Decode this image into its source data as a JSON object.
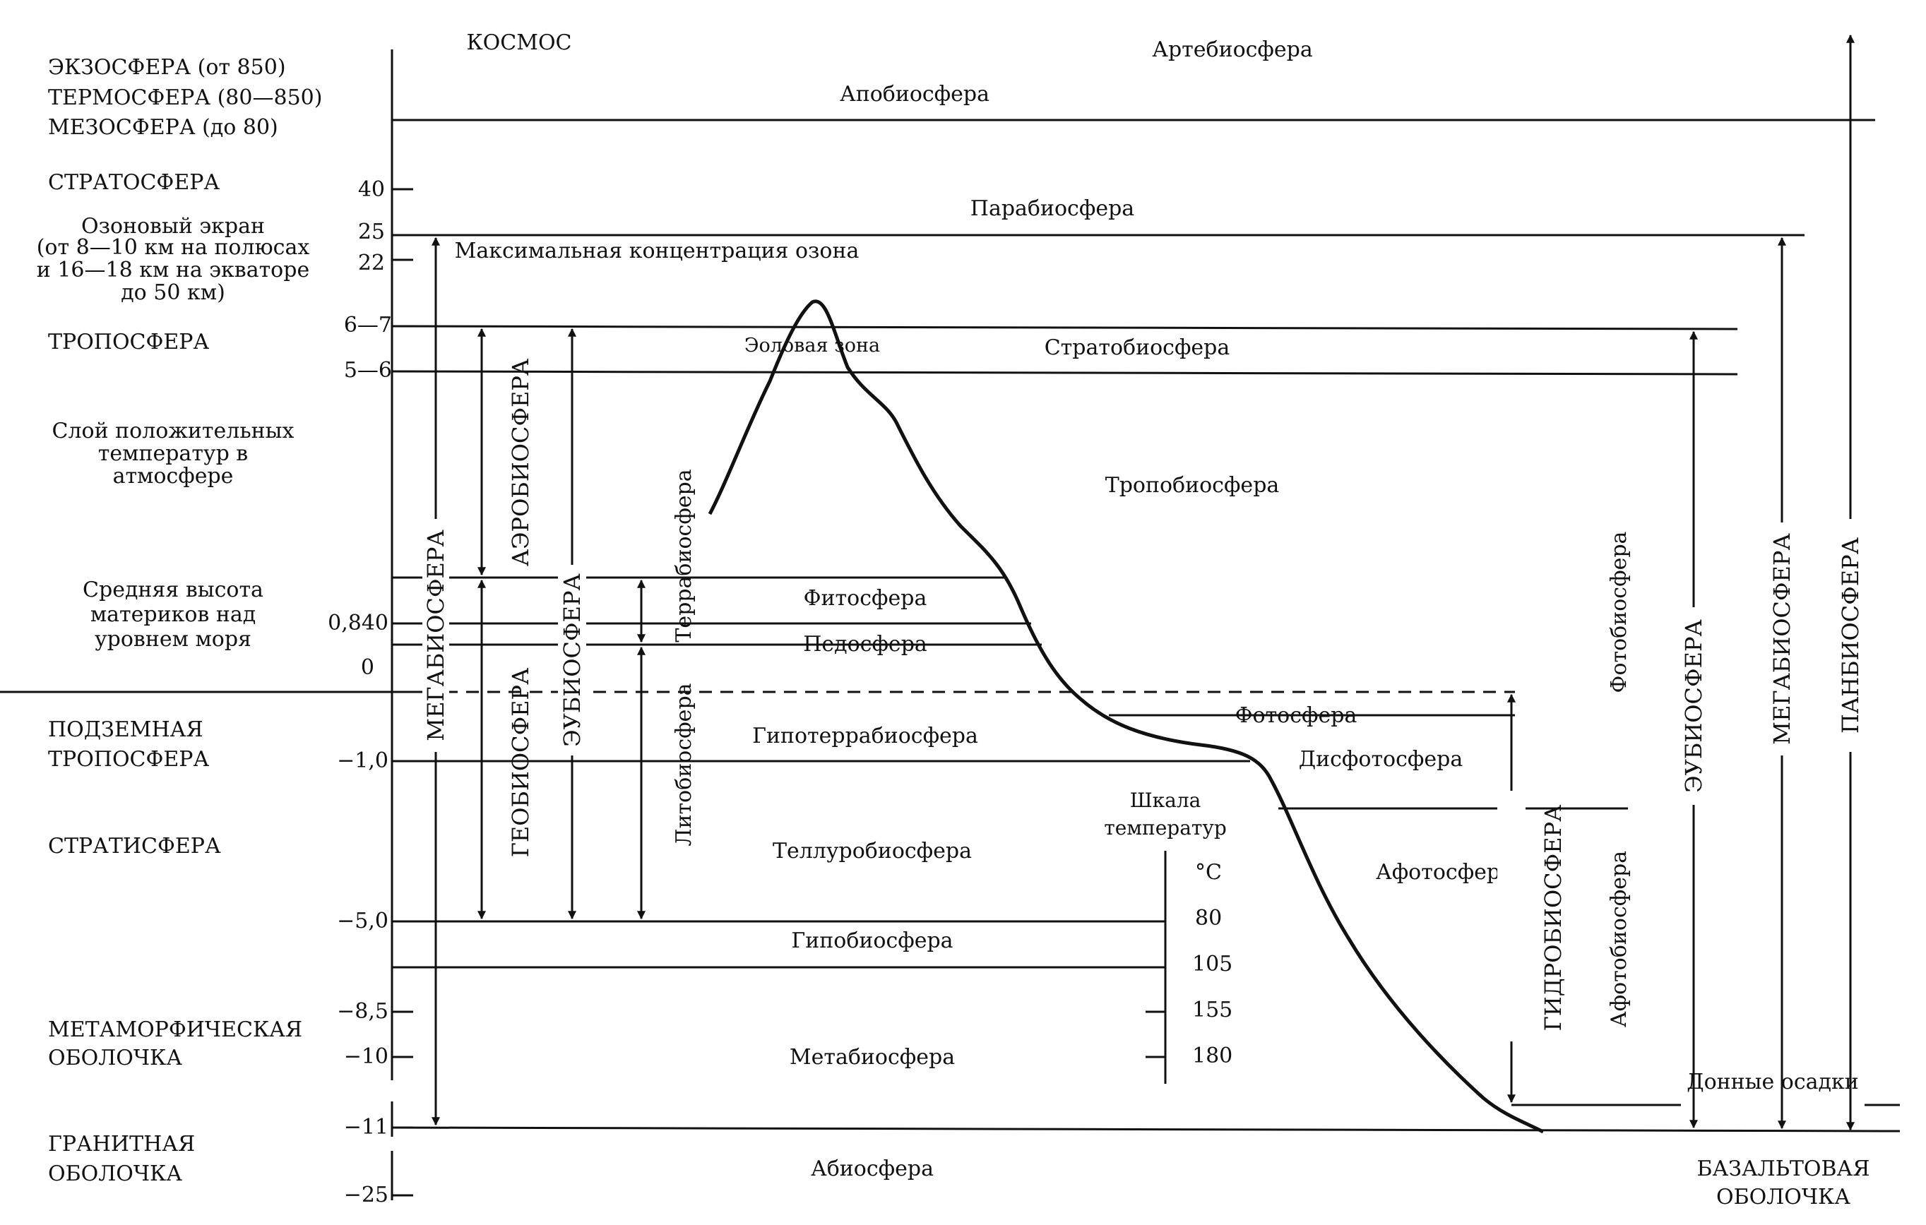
{
  "left_labels": {
    "exosphere": "ЭКЗОСФЕРА (от 850)",
    "thermosphere": "ТЕРМОСФЕРА (80—850)",
    "mesosphere": "МЕЗОСФЕРА (до 80)",
    "stratosphere": "СТРАТОСФЕРА",
    "ozone": [
      "Озоновый экран",
      "(от 8—10 км на полюсах",
      "и 16—18 км на экваторе",
      "до 50 км)"
    ],
    "troposphere": "ТРОПОСФЕРА",
    "positive_temp": [
      "Слой положительных",
      "температур в",
      "атмосфере"
    ],
    "avg_height": [
      "Средняя высота",
      "материков над",
      "уровнем моря"
    ],
    "underground": [
      "ПОДЗЕМНАЯ",
      "ТРОПОСФЕРА"
    ],
    "stratisphere": "СТРАТИСФЕРА",
    "metamorphic": [
      "МЕТАМОРФИЧЕСКАЯ",
      "ОБОЛОЧКА"
    ],
    "granite": [
      "ГРАНИТНАЯ",
      "ОБОЛОЧКА"
    ]
  },
  "axis_ticks": [
    "40",
    "25",
    "22",
    "6—7",
    "5—6",
    "0,840",
    "0",
    "−1,0",
    "−5,0",
    "−8,5",
    "−10",
    "−11",
    "−25"
  ],
  "zones": {
    "cosmos": "КОСМОС",
    "artebiosphere": "Артебиосфера",
    "apobiosphere": "Апобиосфера",
    "parabiosphere": "Парабиосфера",
    "max_ozone": "Максимальная концентрация озона",
    "eolian": "Эоловая зона",
    "stratobiosphere": "Стратобиосфера",
    "tropobiosphere": "Тропобиосфера",
    "phytosphere": "Фитосфера",
    "pedosphere": "Педосфера",
    "photosphere": "Фотосфера",
    "hypoterrabiosphere": "Гипотеррабиосфера",
    "disphotosphere": "Дисфотосфера",
    "temp_scale_title": [
      "Шкала",
      "температур"
    ],
    "temp_unit": "°С",
    "tellurobiosphere": "Теллуробиосфера",
    "aphotosphere": "Афотосфера",
    "hypobiosphere": "Гипобиосфера",
    "metabiosphere": "Метабиосфера",
    "bottom_sediments": "Донные осадки",
    "abiosphere": "Абиосфера",
    "basalt": [
      "БАЗАЛЬТОВАЯ",
      "ОБОЛОЧКА"
    ]
  },
  "temp_values": [
    "80",
    "105",
    "155",
    "180"
  ],
  "vertical_labels": {
    "megabiosphere_left": "МЕГАБИОСФЕРА",
    "aerobiosphere": "АЭРОБИОСФЕРА",
    "geobiosphere": "ГЕОБИОСФЕРА",
    "eubiosphere_left": "ЭУБИОСФЕРА",
    "terrabiosphere": "Террабиосфера",
    "lithobiosphere": "Литобиосфера",
    "hydrobiosphere": "ГИДРОБИОСФЕРА",
    "photobiosphere": "Фотобиосфера",
    "aphotobiosphere": "Афотобиосфера",
    "eubiosphere_right": "ЭУБИОСФЕРА",
    "megabiosphere_right": "МЕГАБИОСФЕРА",
    "panbiosphere": "ПАНБИОСФЕРА"
  }
}
